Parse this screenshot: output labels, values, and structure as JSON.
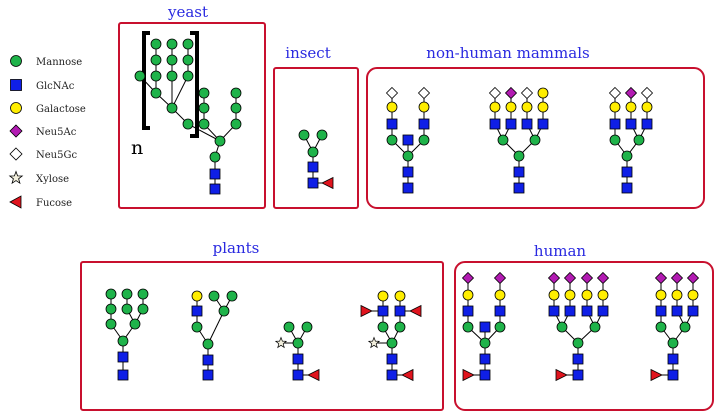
{
  "legend": [
    {
      "key": "mannose",
      "label": "Mannose",
      "shape": "circle",
      "color": "#1fb34a"
    },
    {
      "key": "glcnac",
      "label": "GlcNAc",
      "shape": "square",
      "color": "#0f1fe6"
    },
    {
      "key": "galactose",
      "label": "Galactose",
      "shape": "circle",
      "color": "#ffee00"
    },
    {
      "key": "neu5ac",
      "label": "Neu5Ac",
      "shape": "diamond",
      "color": "#b21bb2"
    },
    {
      "key": "neu5gc",
      "label": "Neu5Gc",
      "shape": "diamond",
      "color": "#ffffff"
    },
    {
      "key": "xylose",
      "label": "Xylose",
      "shape": "star",
      "color": "#f2efdd"
    },
    {
      "key": "fucose",
      "label": "Fucose",
      "shape": "triangle",
      "color": "#e0141e"
    }
  ],
  "groups": {
    "yeast": {
      "title": "yeast",
      "repeat_label": "n"
    },
    "insect": {
      "title": "insect"
    },
    "mammals": {
      "title": "non-human mammals"
    },
    "plants": {
      "title": "plants"
    },
    "human": {
      "title": "human"
    }
  },
  "colors": {
    "box_border": "#c8102e",
    "title_text": "#2a2ae0"
  }
}
